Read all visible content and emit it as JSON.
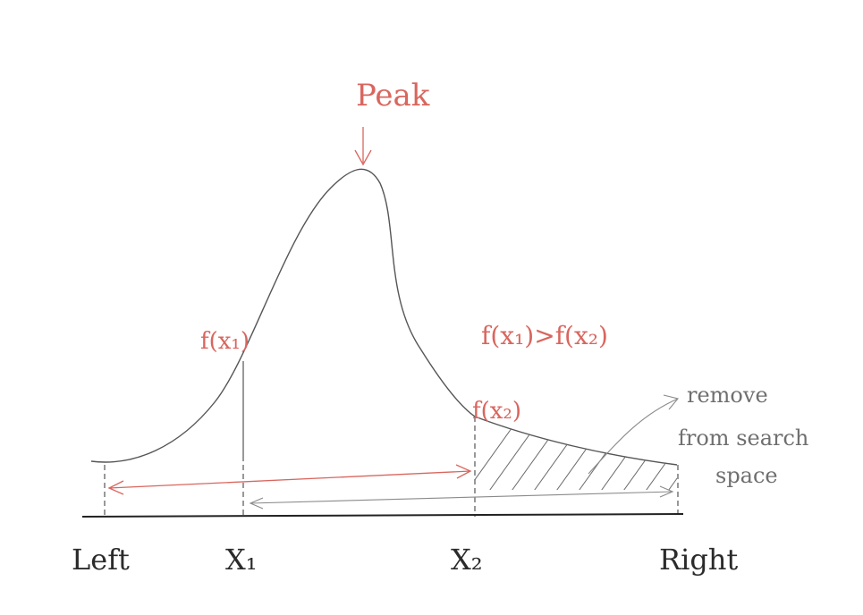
{
  "labels": {
    "peak": "Peak",
    "f_x1": "f(x₁)",
    "f_x2": "f(x₂)",
    "comparison": "f(x₁)>f(x₂)",
    "note_line1": "remove",
    "note_line2": "from search",
    "note_line3": "space",
    "left": "Left",
    "x1": "X₁",
    "x2": "X₂",
    "right": "Right"
  },
  "colors": {
    "annotation": "#d9665e",
    "curve": "#555555",
    "axis": "#222222",
    "note": "#6f6f6f"
  }
}
